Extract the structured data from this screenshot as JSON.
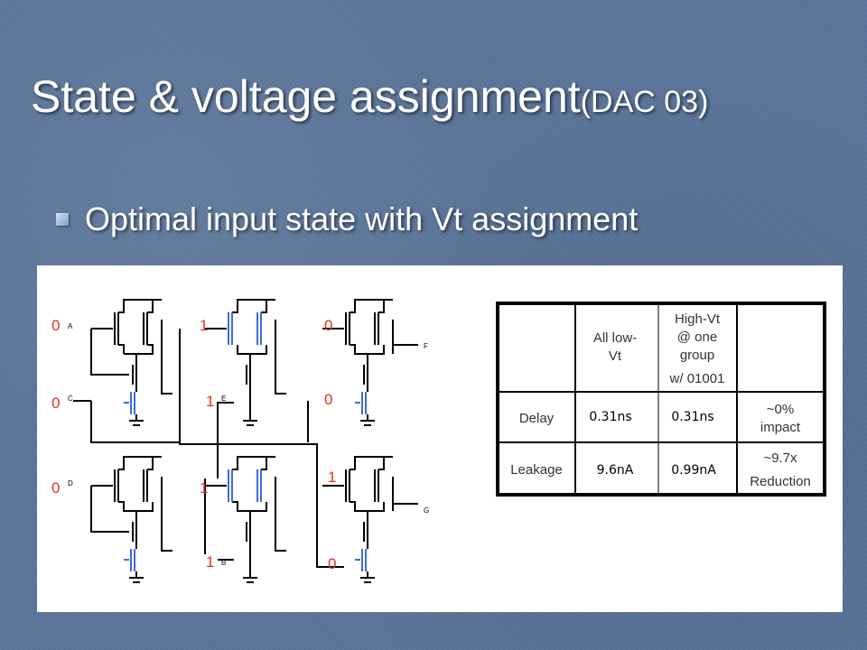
{
  "slide": {
    "title": "State & voltage assignment",
    "title_suffix": "(DAC 03)",
    "bullet": "Optimal input state with Vt assignment"
  },
  "colors": {
    "background": "#5a7499",
    "wire": "#000000",
    "high_vt": "#3a6ed8",
    "state_red": "#e03020"
  },
  "circuit": {
    "state_labels": [
      "0",
      "0",
      "0",
      "1",
      "1",
      "1",
      "1",
      "0",
      "0",
      "1",
      "0"
    ],
    "pin_labels": [
      "A",
      "C",
      "D",
      "E",
      "B",
      "F",
      "G"
    ]
  },
  "table": {
    "col_headers": [
      "",
      "All low-Vt",
      "High-Vt @ one group w/ 01001",
      ""
    ],
    "header_all_low": [
      "All low-",
      "Vt"
    ],
    "header_high_vt": [
      "High-Vt",
      "@ one",
      "group",
      "w/ 01001"
    ],
    "rows": [
      {
        "label": "Delay",
        "all_low": "0.31ns",
        "high_vt": "0.31ns",
        "note": [
          "~0%",
          "impact"
        ]
      },
      {
        "label": "Leakage",
        "all_low": "9.6nA",
        "high_vt": "0.99nA",
        "note": [
          "~9.7x",
          "Reduction"
        ]
      }
    ]
  }
}
